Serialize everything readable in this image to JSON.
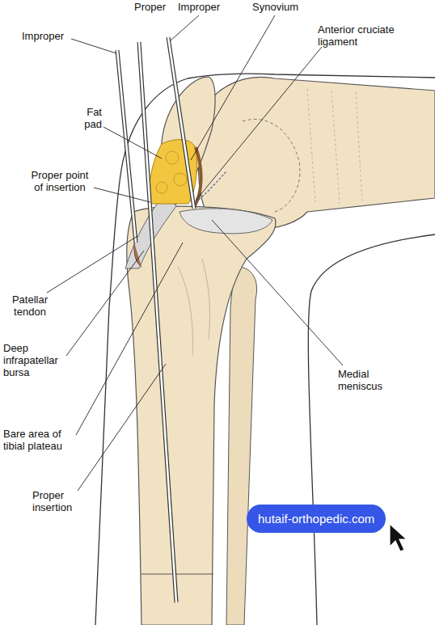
{
  "diagram": {
    "labels": [
      "Improper",
      "Proper",
      "Improper",
      "Synovium",
      "Anterior cruciate ligament",
      "Fat pad",
      "Proper point of insertion",
      "Patellar tendon",
      "Deep infrapatellar bursa",
      "Bare area of tibial plateau",
      "Proper insertion",
      "Medial meniscus",
      "hutaif-orthopedic.com"
    ]
  }
}
